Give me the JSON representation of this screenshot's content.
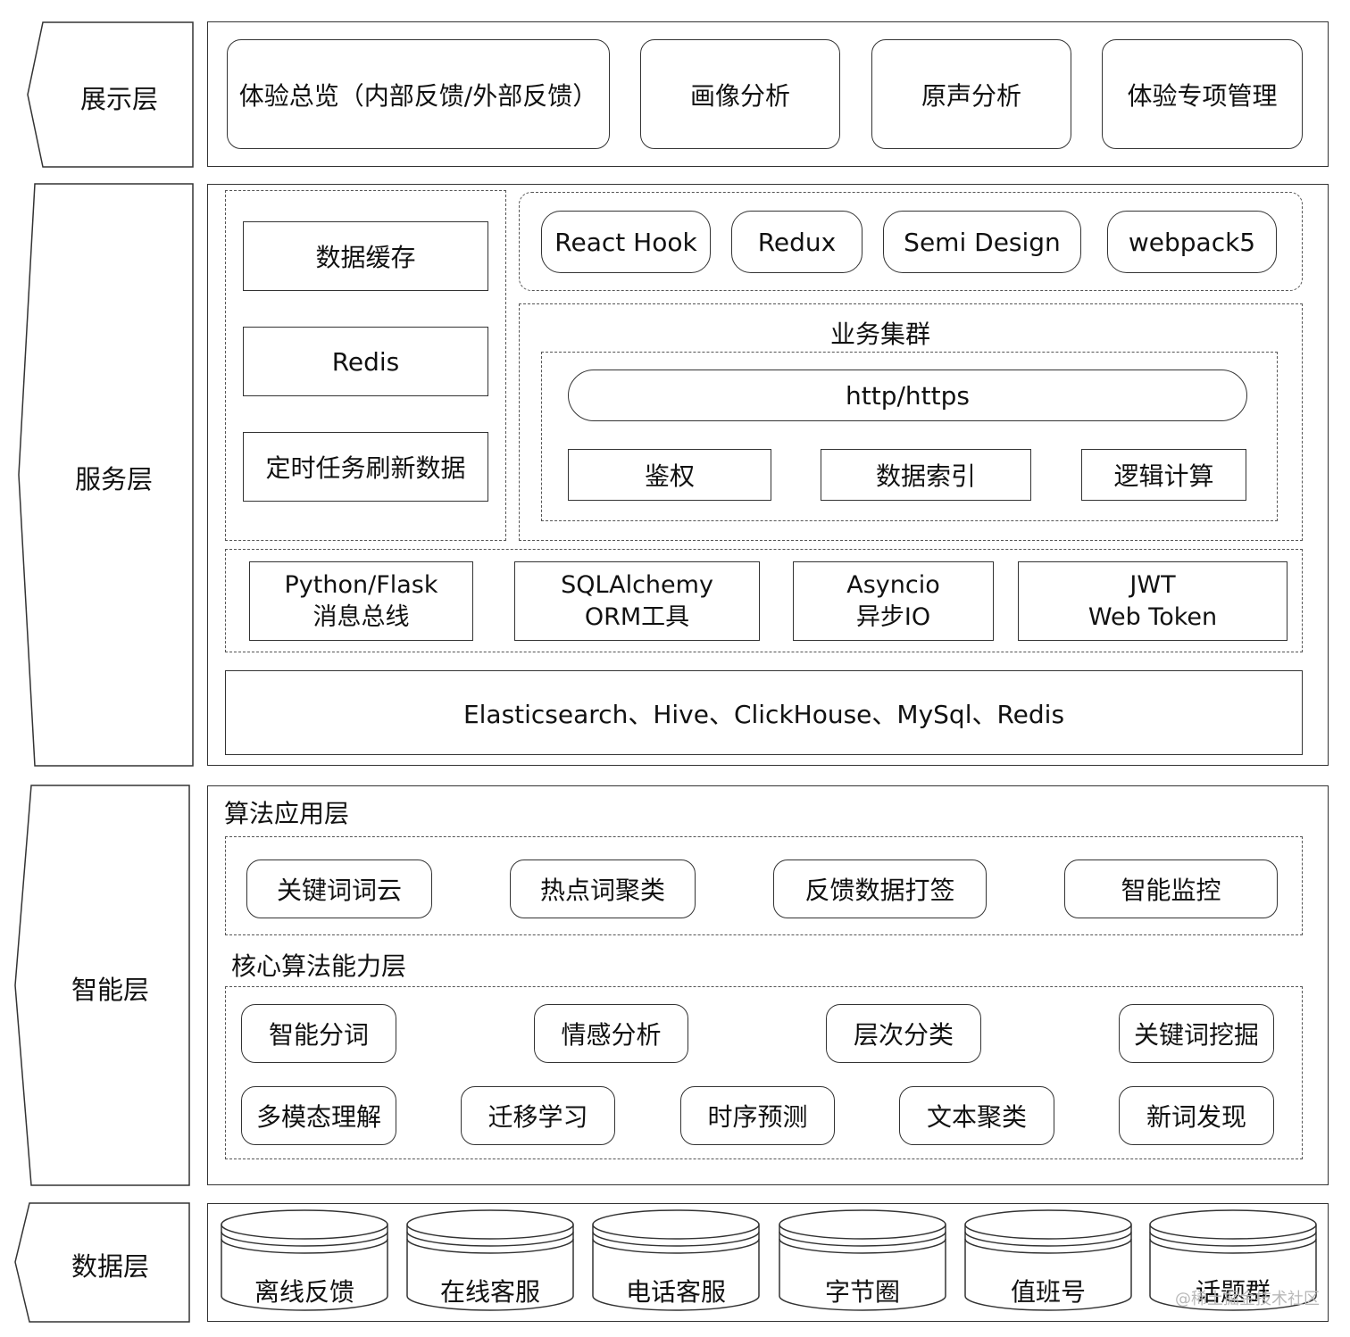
{
  "layers": {
    "presentation": "展示层",
    "service": "服务层",
    "intelligence": "智能层",
    "data": "数据层"
  },
  "presentation": {
    "items": [
      "体验总览（内部反馈/外部反馈）",
      "画像分析",
      "原声分析",
      "体验专项管理"
    ]
  },
  "service": {
    "cache": [
      "数据缓存",
      "Redis",
      "定时任务刷新数据"
    ],
    "frontend": [
      "React Hook",
      "Redux",
      "Semi Design",
      "webpack5"
    ],
    "cluster_title": "业务集群",
    "protocol": "http/https",
    "cluster_items": [
      "鉴权",
      "数据索引",
      "逻辑计算"
    ],
    "backend": [
      {
        "line1": "Python/Flask",
        "line2": "消息总线"
      },
      {
        "line1": "SQLAlchemy",
        "line2": "ORM工具"
      },
      {
        "line1": "Asyncio",
        "line2": "异步IO"
      },
      {
        "line1": "JWT",
        "line2": "Web Token"
      }
    ],
    "storage": "Elasticsearch、Hive、ClickHouse、MySql、Redis"
  },
  "intelligence": {
    "app_title": "算法应用层",
    "app_items": [
      "关键词词云",
      "热点词聚类",
      "反馈数据打签",
      "智能监控"
    ],
    "core_title": "核心算法能力层",
    "core_row1": [
      "智能分词",
      "情感分析",
      "层次分类",
      "关键词挖掘"
    ],
    "core_row2": [
      "多模态理解",
      "迁移学习",
      "时序预测",
      "文本聚类",
      "新词发现"
    ]
  },
  "data": {
    "sources": [
      "离线反馈",
      "在线客服",
      "电话客服",
      "字节圈",
      "值班号",
      "话题群"
    ]
  },
  "watermark": "@稀土掘金技术社区"
}
